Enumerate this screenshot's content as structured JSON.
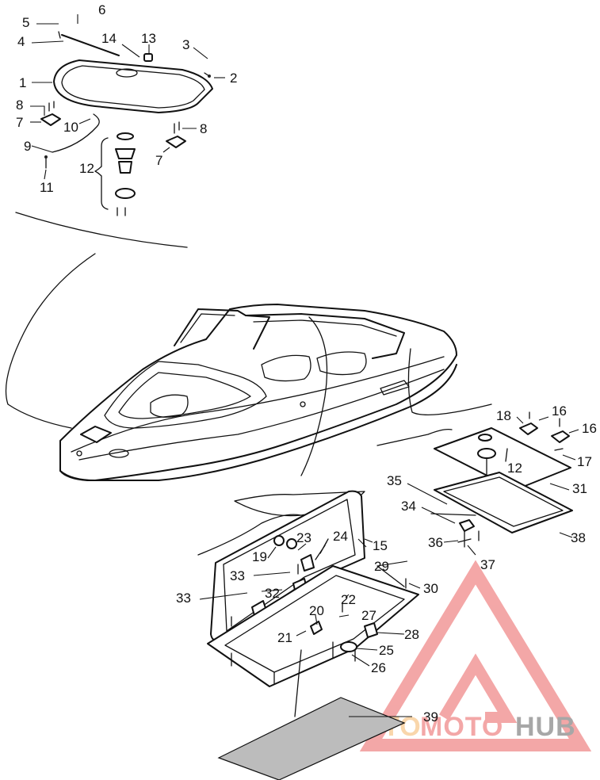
{
  "callouts": [
    {
      "id": "1",
      "text": "1"
    },
    {
      "id": "2",
      "text": "2"
    },
    {
      "id": "3",
      "text": "3"
    },
    {
      "id": "4",
      "text": "4"
    },
    {
      "id": "5",
      "text": "5"
    },
    {
      "id": "6",
      "text": "6"
    },
    {
      "id": "7a",
      "text": "7"
    },
    {
      "id": "7b",
      "text": "7"
    },
    {
      "id": "8a",
      "text": "8"
    },
    {
      "id": "8b",
      "text": "8"
    },
    {
      "id": "9",
      "text": "9"
    },
    {
      "id": "10",
      "text": "10"
    },
    {
      "id": "11",
      "text": "11"
    },
    {
      "id": "12a",
      "text": "12"
    },
    {
      "id": "12b",
      "text": "12"
    },
    {
      "id": "13",
      "text": "13"
    },
    {
      "id": "14",
      "text": "14"
    },
    {
      "id": "15",
      "text": "15"
    },
    {
      "id": "16a",
      "text": "16"
    },
    {
      "id": "16b",
      "text": "16"
    },
    {
      "id": "17",
      "text": "17"
    },
    {
      "id": "18",
      "text": "18"
    },
    {
      "id": "19",
      "text": "19"
    },
    {
      "id": "20",
      "text": "20"
    },
    {
      "id": "21",
      "text": "21"
    },
    {
      "id": "22",
      "text": "22"
    },
    {
      "id": "23",
      "text": "23"
    },
    {
      "id": "24",
      "text": "24"
    },
    {
      "id": "25",
      "text": "25"
    },
    {
      "id": "26",
      "text": "26"
    },
    {
      "id": "27",
      "text": "27"
    },
    {
      "id": "28",
      "text": "28"
    },
    {
      "id": "29",
      "text": "29"
    },
    {
      "id": "30",
      "text": "30"
    },
    {
      "id": "31",
      "text": "31"
    },
    {
      "id": "32",
      "text": "32"
    },
    {
      "id": "33a",
      "text": "33"
    },
    {
      "id": "33b",
      "text": "33"
    },
    {
      "id": "34",
      "text": "34"
    },
    {
      "id": "35",
      "text": "35"
    },
    {
      "id": "36",
      "text": "36"
    },
    {
      "id": "37",
      "text": "37"
    },
    {
      "id": "38",
      "text": "38"
    },
    {
      "id": "39",
      "text": "39"
    }
  ],
  "watermark": {
    "part1": "AUTO",
    "part2": "MOTO",
    "part3": "HUB",
    "color_light": "#f7c98f",
    "color_red": "#f08a8a",
    "color_gray": "#8a8a8a"
  }
}
